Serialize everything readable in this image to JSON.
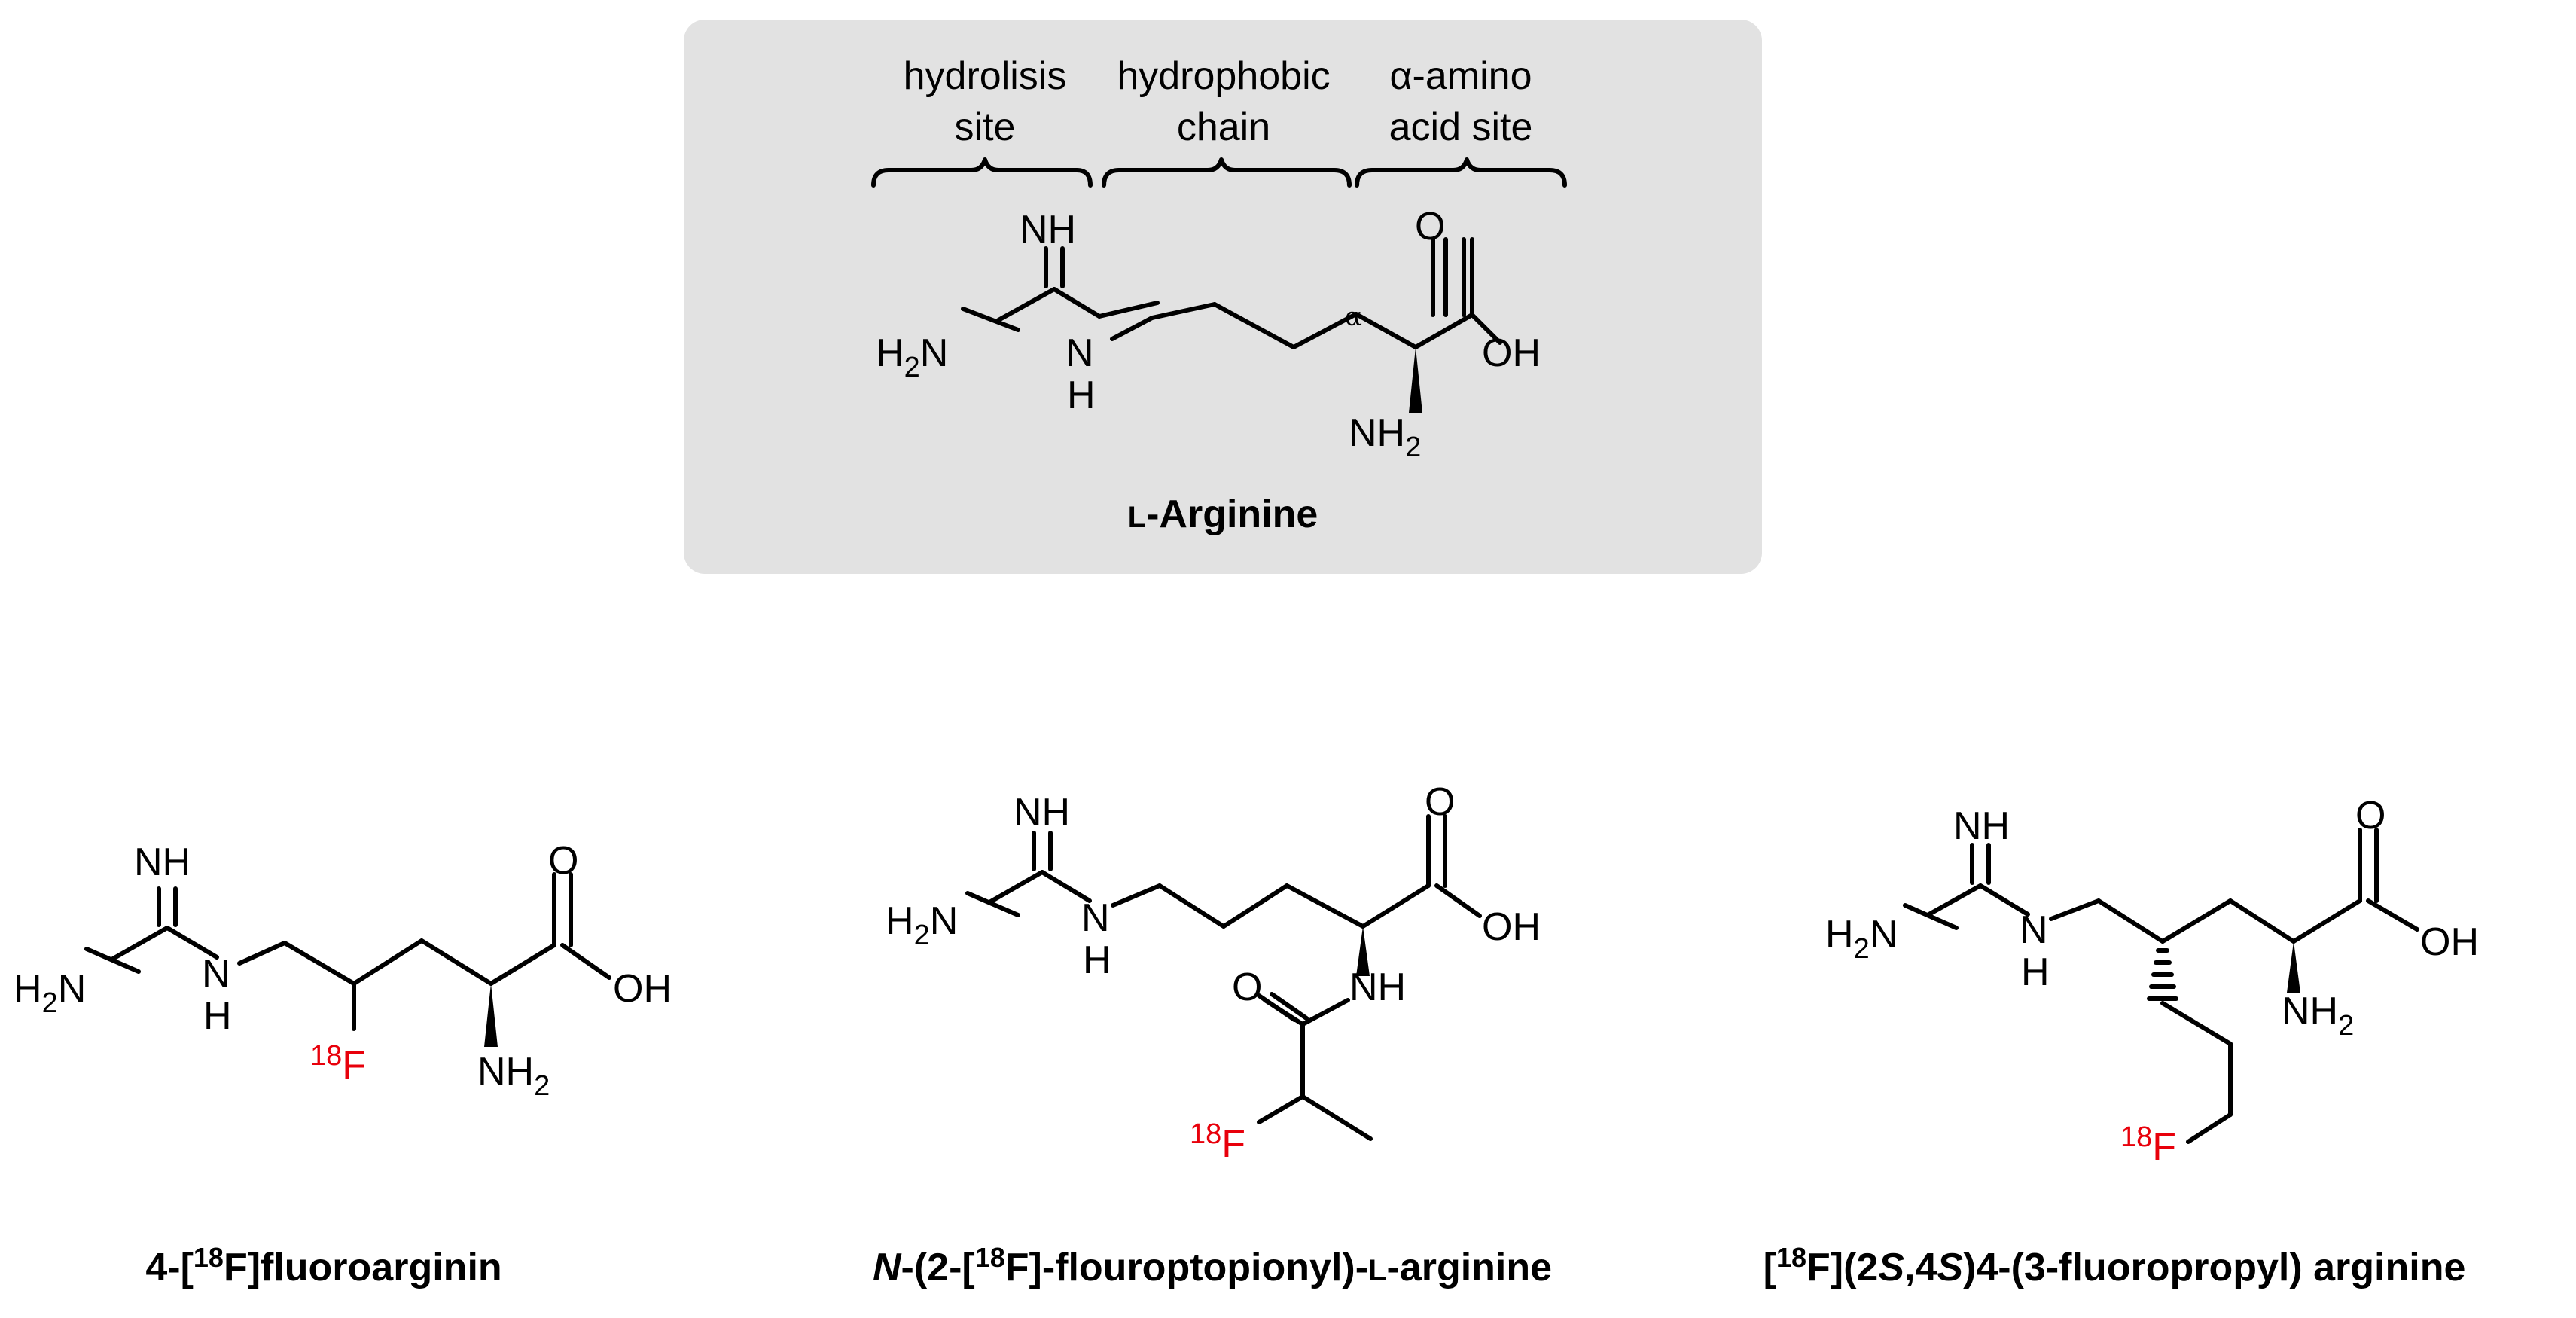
{
  "highlight_box": {
    "fill": "#e2e2e2"
  },
  "colors": {
    "isotope": "#e8000b",
    "bond": "#000000"
  },
  "regions": {
    "hydrolysis": {
      "line1": "hydrolisis",
      "line2": "site"
    },
    "hydrophobic": {
      "line1": "hydrophobic",
      "line2": "chain"
    },
    "alpha_amino": {
      "line1": "α-amino",
      "line2": "acid site"
    }
  },
  "labels": {
    "NH": "NH",
    "H2N_main": "H",
    "H2N_sub": "2",
    "H2N_N": "N",
    "N": "N",
    "H": "H",
    "O": "O",
    "OH": "OH",
    "NH2_N": "NH",
    "NH2_sub": "2",
    "alpha": "α",
    "F18_mass": "18",
    "F18_symbol": "F",
    "amide_NH": "NH"
  },
  "captions": {
    "arginine": {
      "prefix": "L",
      "text": "-Arginine"
    },
    "c1": {
      "pre": "4-[",
      "sup": "18",
      "post": "F]fluoroarginin"
    },
    "c2": {
      "italic": "N",
      "pre": "-(2-[",
      "sup": "18",
      "mid": "F]-flouroptopionyl)-",
      "smallcap": "L",
      "post": "-arginine"
    },
    "c3": {
      "pre": "[",
      "sup": "18",
      "mid1": "F](2",
      "it1": "S",
      "mid2": ",4",
      "it2": "S",
      "post": ")4-(3-fluoropropyl) arginine"
    }
  }
}
